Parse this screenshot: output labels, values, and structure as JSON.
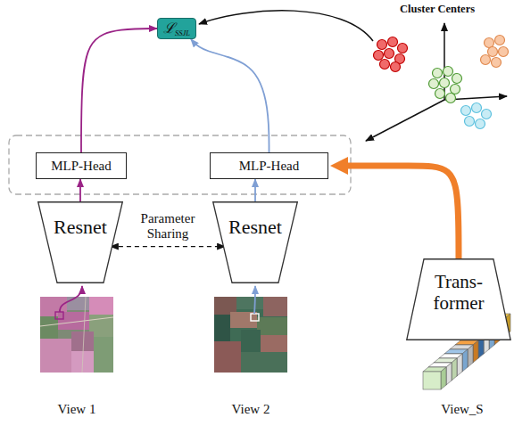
{
  "diagram": {
    "nodes": [
      {
        "text": [
          "ℒ",
          "SSJL"
        ]
      },
      {
        "text": [
          "MLP-Head"
        ]
      },
      {
        "text": [
          "MLP-Head"
        ]
      },
      {
        "text": [
          "Resnet"
        ]
      },
      {
        "text": [
          "Resnet"
        ]
      },
      {
        "text": [
          "Trans- former"
        ]
      }
    ],
    "edges": [
      {
        "from": 1,
        "to": 0,
        "arrow": "to"
      },
      {
        "from": 2,
        "to": 0,
        "arrow": "to"
      },
      {
        "from": 3,
        "to": 1,
        "arrow": "to"
      },
      {
        "from": 4,
        "to": 2,
        "arrow": "to"
      },
      {
        "from": 3,
        "to": 4,
        "label": "Parameter Sharing",
        "arrow": "both"
      },
      {
        "from": 5,
        "to": 2,
        "arrow": "to"
      }
    ],
    "labels": [
      "Cluster Centers",
      "View 1",
      "View 2",
      "View_S"
    ]
  }
}
